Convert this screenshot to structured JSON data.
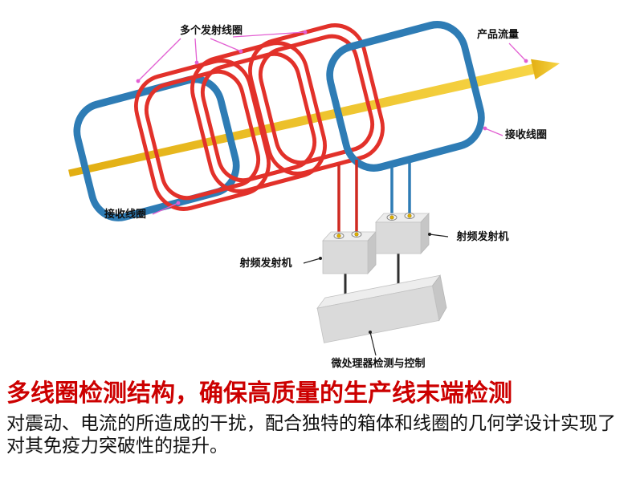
{
  "diagram": {
    "labels": {
      "multi_transmit_coils": "多个发射线圈",
      "product_flow": "产品流量",
      "receive_coil_right": "接收线圈",
      "receive_coil_left": "接收线圈",
      "rf_transmitter_left": "射频发射机",
      "rf_transmitter_right": "射频发射机",
      "microprocessor_control": "微处理器检测与控制"
    },
    "colors": {
      "transmit_coil_red": "#e2312a",
      "receive_coil_blue": "#2e7cb5",
      "product_flow_arrow": "#edbe1e",
      "pointer_line_magenta": "#e25fd2",
      "equipment_box_gray": "#dadada"
    }
  },
  "caption": {
    "heading": "多线圈检测结构，确保高质量的生产线末端检测",
    "heading_color": "#cc0000",
    "body": "对震动、电流的所造成的干扰，配合独特的箱体和线圈的几何学设计实现了对其免疫力突破性的提升。"
  }
}
